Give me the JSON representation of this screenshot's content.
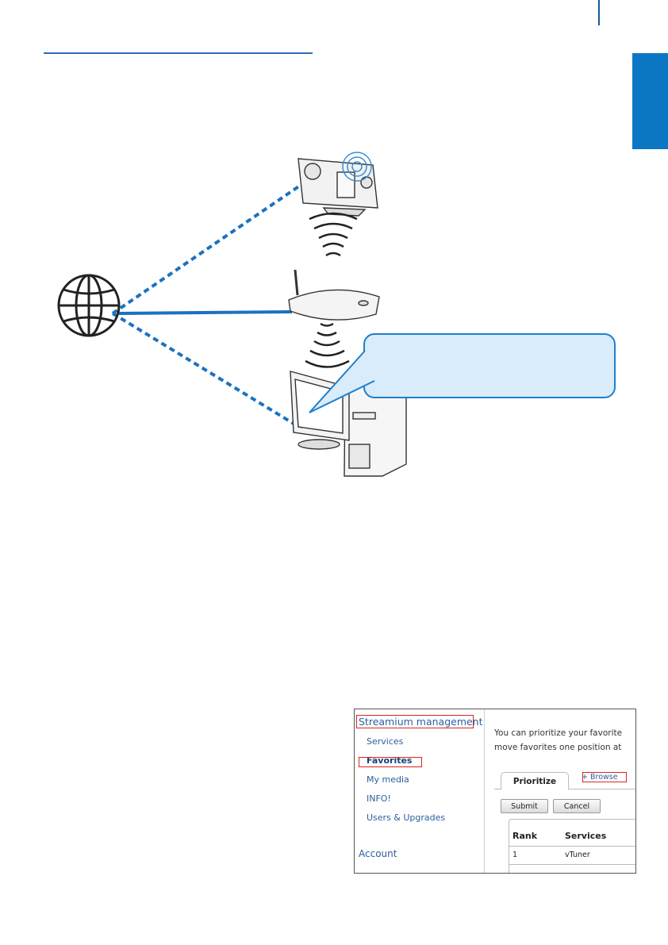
{
  "colors": {
    "accent_blue": "#0b76c4",
    "link_blue": "#2b5f9e",
    "bubble_fill": "#d8ecfb",
    "highlight_red": "#d22"
  },
  "diagram": {
    "icons": [
      "globe-icon",
      "music-system-icon",
      "router-icon",
      "pc-icon",
      "wifi-signal-icon"
    ]
  },
  "streamium": {
    "nav_header": "Streamium management",
    "nav_items": [
      "Services",
      "Favorites",
      "My media",
      "INFO!",
      "Users & Upgrades"
    ],
    "active_item": "Favorites",
    "account": "Account",
    "description_lines": [
      "You can prioritize your favorite",
      "move favorites one position at"
    ],
    "tabs": {
      "prioritize": "Prioritize",
      "browse": "+ Browse"
    },
    "buttons": {
      "submit": "Submit",
      "cancel": "Cancel"
    },
    "table": {
      "headers": [
        "Rank",
        "Services"
      ],
      "rows": [
        [
          "1",
          "vTuner"
        ]
      ]
    }
  }
}
